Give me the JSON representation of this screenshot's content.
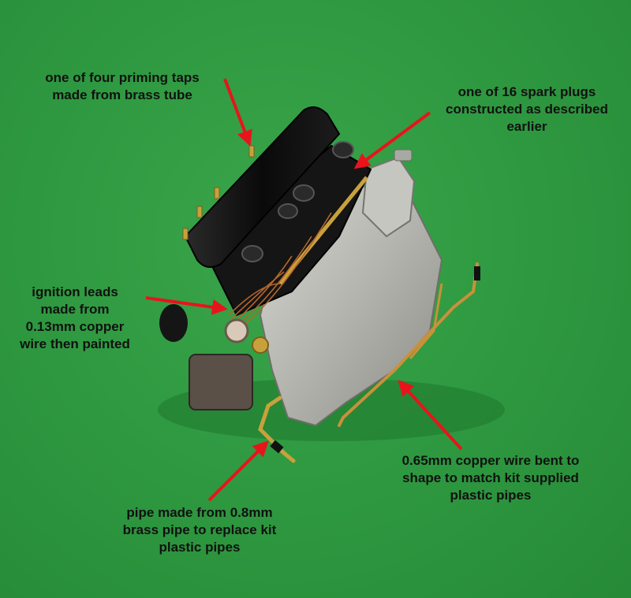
{
  "annotations": {
    "priming_taps": [
      "one of four priming taps",
      "made from brass tube"
    ],
    "spark_plugs": [
      "one of 16 spark plugs",
      "constructed as described",
      "earlier"
    ],
    "ignition_leads": [
      "ignition leads",
      "made from",
      "0.13mm copper",
      "wire then painted"
    ],
    "copper_wire": [
      "0.65mm copper wire bent to",
      "shape to match kit supplied",
      "plastic pipes"
    ],
    "brass_pipe": [
      "pipe made from 0.8mm",
      "brass pipe to replace kit",
      "plastic pipes"
    ]
  },
  "colors": {
    "background": "#2f9a41",
    "arrow": "#e8141c",
    "engine_body": "#b9b9b4",
    "cam_cover": "#111111",
    "brass": "#c9a13c",
    "copper": "#b5652b"
  }
}
